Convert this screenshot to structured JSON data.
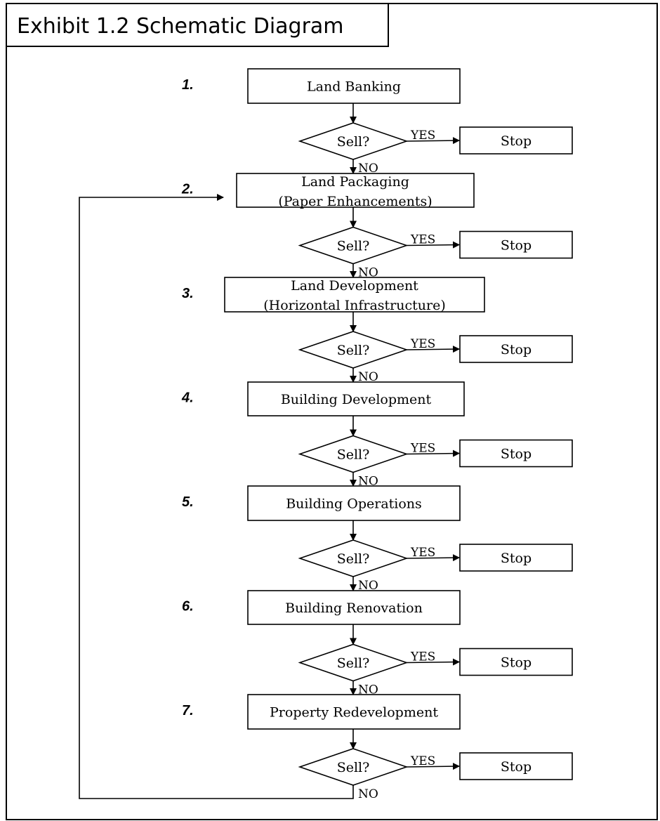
{
  "title": "Exhibit 1.2 Schematic Diagram",
  "decision_label": "Sell?",
  "yes_label": "YES",
  "no_label": "NO",
  "stop_label": "Stop",
  "stages": [
    {
      "number": "1.",
      "lines": [
        "Land Banking"
      ]
    },
    {
      "number": "2.",
      "lines": [
        "Land Packaging",
        "(Paper Enhancements)"
      ]
    },
    {
      "number": "3.",
      "lines": [
        "Land Development",
        "(Horizontal Infrastructure)"
      ]
    },
    {
      "number": "4.",
      "lines": [
        "Building Development"
      ]
    },
    {
      "number": "5.",
      "lines": [
        "Building Operations"
      ]
    },
    {
      "number": "6.",
      "lines": [
        "Building Renovation"
      ]
    },
    {
      "number": "7.",
      "lines": [
        "Property Redevelopment"
      ]
    }
  ]
}
